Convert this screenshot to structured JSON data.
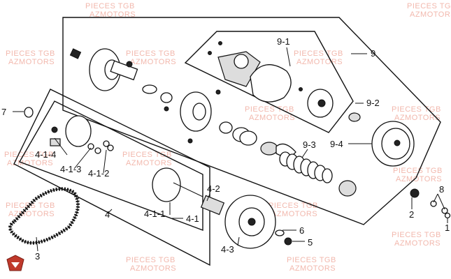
{
  "watermark_lines": [
    "PIECES TGB",
    "AZMOTORS"
  ],
  "callouts": {
    "c1": "1",
    "c2": "2",
    "c3": "3",
    "c4": "4",
    "c4_1": "4-1",
    "c4_1_1": "4-1-1",
    "c4_1_2": "4-1-2",
    "c4_1_3": "4-1-3",
    "c4_1_4": "4-1-4",
    "c4_2": "4-2",
    "c4_3": "4-3",
    "c5": "5",
    "c6": "6",
    "c7": "7",
    "c8": "8",
    "c9": "9",
    "c9_1": "9-1",
    "c9_2": "9-2",
    "c9_3": "9-3",
    "c9_4": "9-4"
  },
  "colors": {
    "watermark": "#f2b8ad",
    "line": "#111111",
    "logo": "#c0392b"
  }
}
